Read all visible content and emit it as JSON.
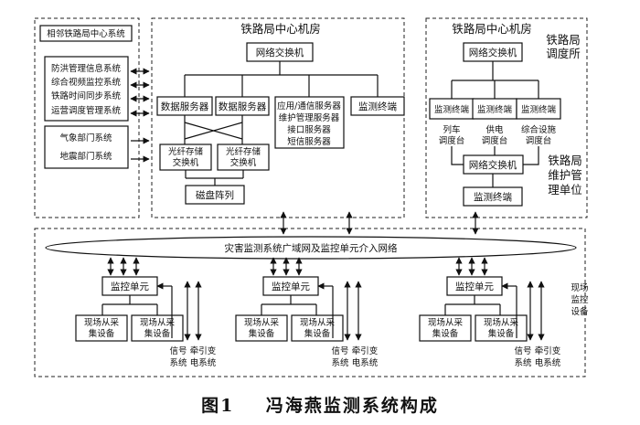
{
  "caption": "图1    冯海燕监测系统构成",
  "left_panel": {
    "title": "相邻铁路局中心系统",
    "systems": [
      "防洪管理信息系统",
      "综合视频监控系统",
      "铁路时间同步系统",
      "运营调度管理系统"
    ],
    "depts": [
      "气象部门系统",
      "地震部门系统"
    ]
  },
  "center_room": {
    "title": "铁路局中心机房",
    "switch": "网络交换机",
    "data_server": "数据服务器",
    "app_servers": [
      "应用/通信服务器",
      "维护管理服务器",
      "接口服务器",
      "短信服务器"
    ],
    "terminal": "监测终端",
    "storage_switch": [
      "光纤存储",
      "交换机"
    ],
    "disk": "磁盘阵列"
  },
  "right_room": {
    "title": "铁路局中心机房",
    "dispatch_label": [
      "铁路局",
      "调度所"
    ],
    "switch": "网络交换机",
    "terminal": "监测终端",
    "desks": [
      [
        "列车",
        "调度台"
      ],
      [
        "供电",
        "调度台"
      ],
      [
        "综合设施",
        "调度台"
      ]
    ],
    "maint_label": [
      "铁路局",
      "维护管",
      "理单位"
    ]
  },
  "network": "灾害监测系统广域网及监控单元介入网络",
  "field": {
    "label": [
      "现场",
      "监控",
      "设备"
    ],
    "unit": "监控单元",
    "collector": [
      "现场从采",
      "集设备"
    ],
    "signal": [
      "信号",
      "牵引变"
    ],
    "signal2": [
      "系统",
      "电系统"
    ]
  }
}
